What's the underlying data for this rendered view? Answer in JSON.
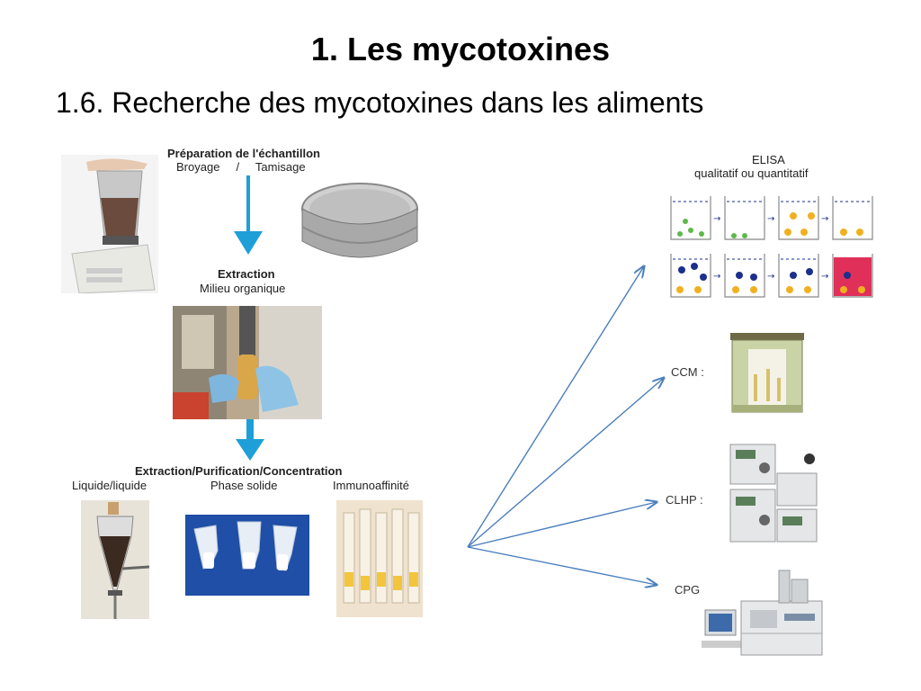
{
  "slide": {
    "title": "1. Les mycotoxines",
    "subtitle": "1.6. Recherche des mycotoxines dans les aliments"
  },
  "preparation": {
    "heading": "Préparation de l'échantillon",
    "steps": "Broyage     /     Tamisage"
  },
  "extraction": {
    "heading": "Extraction",
    "medium": "Milieu organique"
  },
  "purification": {
    "heading": "Extraction/Purification/Concentration",
    "methods": [
      "Liquide/liquide",
      "Phase solide",
      "Immunoaffinité"
    ]
  },
  "analysis": {
    "elisa_title": "ELISA",
    "elisa_subtitle": "qualitatif ou quantitatif",
    "ccm": "CCM :",
    "clhp": "CLHP :",
    "cpg": "CPG :"
  },
  "colors": {
    "flow_arrow": "#1e9fd8",
    "connector": "#4a7ebb",
    "elisa_red": "#e0305a"
  }
}
